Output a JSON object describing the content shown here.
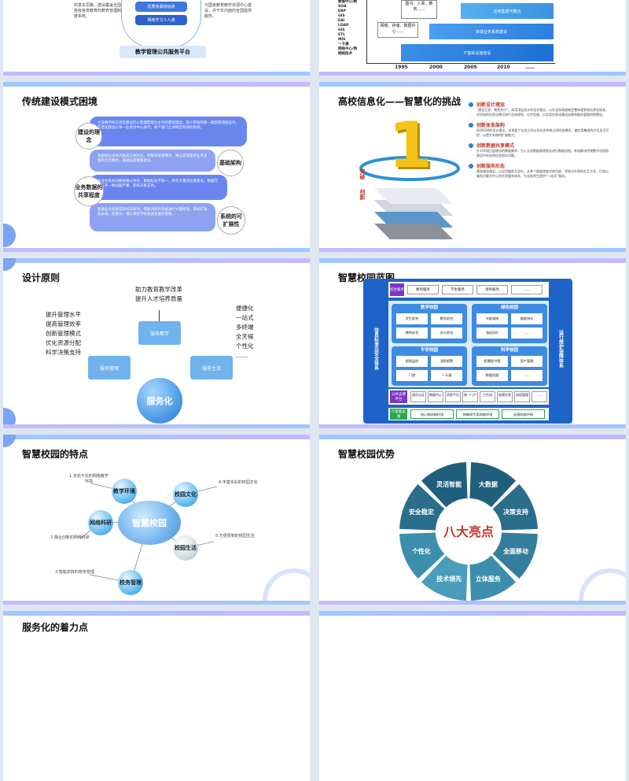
{
  "slide1": {
    "text_a": "的基本思路，建设覆盖全国各级各类教育的教育管理制度系统。",
    "text_b": "与国家教育教学资源中心建设，并于年内面向全国提供服务。",
    "layers": [
      "优质资源班班通",
      "网络学习人人通"
    ],
    "banner": "教学管理公共服务平台"
  },
  "slide2": {
    "ylabels": [
      "数据中心/数",
      "SOA",
      "ERP",
      "GIS",
      "EAI",
      "",
      "LDAP",
      "GIS",
      "ETL",
      "MIS",
      "一卡通",
      "网络中心/网",
      "网络技术"
    ],
    "cards": [
      "图书、人事、教务……",
      "网络、存储、数据中心……"
    ],
    "steps": [
      "应用集成与整合",
      "单体业务系统建设",
      "IT基础设施建设"
    ],
    "years": [
      "1995",
      "2000",
      "2005",
      "2010",
      "……"
    ]
  },
  "slide3": {
    "title": "传统建设模式困境",
    "left_labels": [
      "建设的理念",
      "业务数据的共享程度"
    ],
    "right_labels": [
      "基础架构",
      "系统的可扩展性"
    ],
    "cards": [
      "大多数学校信息化建设仍以管理职能为主导的建设理念，缺少有效的统一规划和顶层设计，信息化建设以单一业务为中心进行，各个部门之间缺乏有效的协调。",
      "系统间以点对点集成方式为主，导致系统紧耦合，难以实现复杂业务流程的灵活整合，基础设施重复建设。",
      "各业务系统间数据难以共享，数据标准不统一，存在大量的信息孤岛，数据冗余与不一致问题严重，影响决策支持。",
      "新增业务系统或系统升级时，需要对原有系统进行大量修改，系统扩展成本高，周期长，难以满足学校快速发展的需要。"
    ]
  },
  "slide4": {
    "title": "高校信息化——智慧化的挑战",
    "big_number": "1",
    "side_labels": [
      "突破",
      "创新"
    ],
    "items": [
      {
        "head": "创新设计理念",
        "body": "“建设之初，规划先行”，采用顶层设计的设计理念，以在全局高度制定整体规划和信息化标准，对学校的信息化建设进行总体规划、分步实施，以实现信息化建设成果和服务管理的智慧化。"
      },
      {
        "head": "创新体系架构",
        "body": "采用SOA的设计理念，实现各个业务之间以及业务系统之间的松耦合，使应用集成的方式灵活可控，以提升系统的扩展能力。"
      },
      {
        "head": "创新数据共享模式",
        "body": "针对学校日益增长的数据需求，引入全局数据管理理念进行数据治理，有效解决传统数字化校园建设中存在的信息孤岛问题。"
      },
      {
        "head": "创新服务形态",
        "body": "秉承服务理念，以应用服务为导向，从多个维度改变学校内部、学校与外界的交互方式，打造以服务对象为中心的信息服务体系，为全校师生提供“一站式”服务。"
      }
    ]
  },
  "slide5": {
    "title": "设计原则",
    "top_text": [
      "助力教育教学改革",
      "提升人才培养质量"
    ],
    "left_list": [
      "提升管理水平",
      "提高管理效率",
      "创新管理模式",
      "优化资源分配",
      "科学决策支持"
    ],
    "right_list": [
      "便捷化",
      "一站式",
      "多终端",
      "全天候",
      "个性化",
      "……"
    ],
    "boxes": [
      "服务教学",
      "服务管理",
      "服务生活"
    ],
    "center": "服务化"
  },
  "slide6": {
    "title": "智慧校园蓝图",
    "left_col": [
      "信息标准及安全体系"
    ],
    "right_col": [
      "运行维护保障体系"
    ],
    "portal_label": "综合服务",
    "portal_items": [
      "教师服务",
      "学生服务",
      "领导服务",
      "……"
    ],
    "groups": [
      {
        "name": "教学校园",
        "items": [
          "学生综合",
          "教学综合",
          "教师综合",
          "办公综合"
        ]
      },
      {
        "name": "绿色校园",
        "items": [
          "节能减排",
          "能耗统计",
          "校园GIS",
          "……"
        ]
      },
      {
        "name": "平安校园",
        "items": [
          "视频监控",
          "消防报警",
          "门禁",
          "一卡通"
        ]
      },
      {
        "name": "科学校园",
        "items": [
          "智慧图书馆",
          "资产管理",
          "数据挖掘",
          "……"
        ]
      }
    ],
    "support_label": "公共支撑平台",
    "support_items": [
      "身份认证",
      "数据中心",
      "消息平台",
      "统一门户",
      "工作流",
      "地理信息",
      "流程管理",
      "……"
    ],
    "infra_label": "IT基础设施",
    "infra_items": [
      "核心校网络环境",
      "物联网专用网络环境",
      "无线网络环境"
    ]
  },
  "slide7": {
    "title": "智慧校园的特点",
    "center": "智慧校园",
    "nodes": [
      "教学环境",
      "校园文化",
      "网络科研",
      "校园生活",
      "校务管理"
    ],
    "notes": [
      "1.无处不在的网络教学环境",
      "4.丰富多彩的校园文化",
      "2.融合创新的网络科研",
      "5.方便周到的校园生活",
      "3.智能高效的校务管理"
    ]
  },
  "slide8": {
    "title": "智慧校园优势",
    "center": "八大亮点",
    "segments": [
      "大数据",
      "决策支持",
      "全面移动",
      "立体服务",
      "技术领先",
      "个性化",
      "安全稳定",
      "灵活智能"
    ]
  },
  "slide9": {
    "title": "服务化的着力点"
  }
}
